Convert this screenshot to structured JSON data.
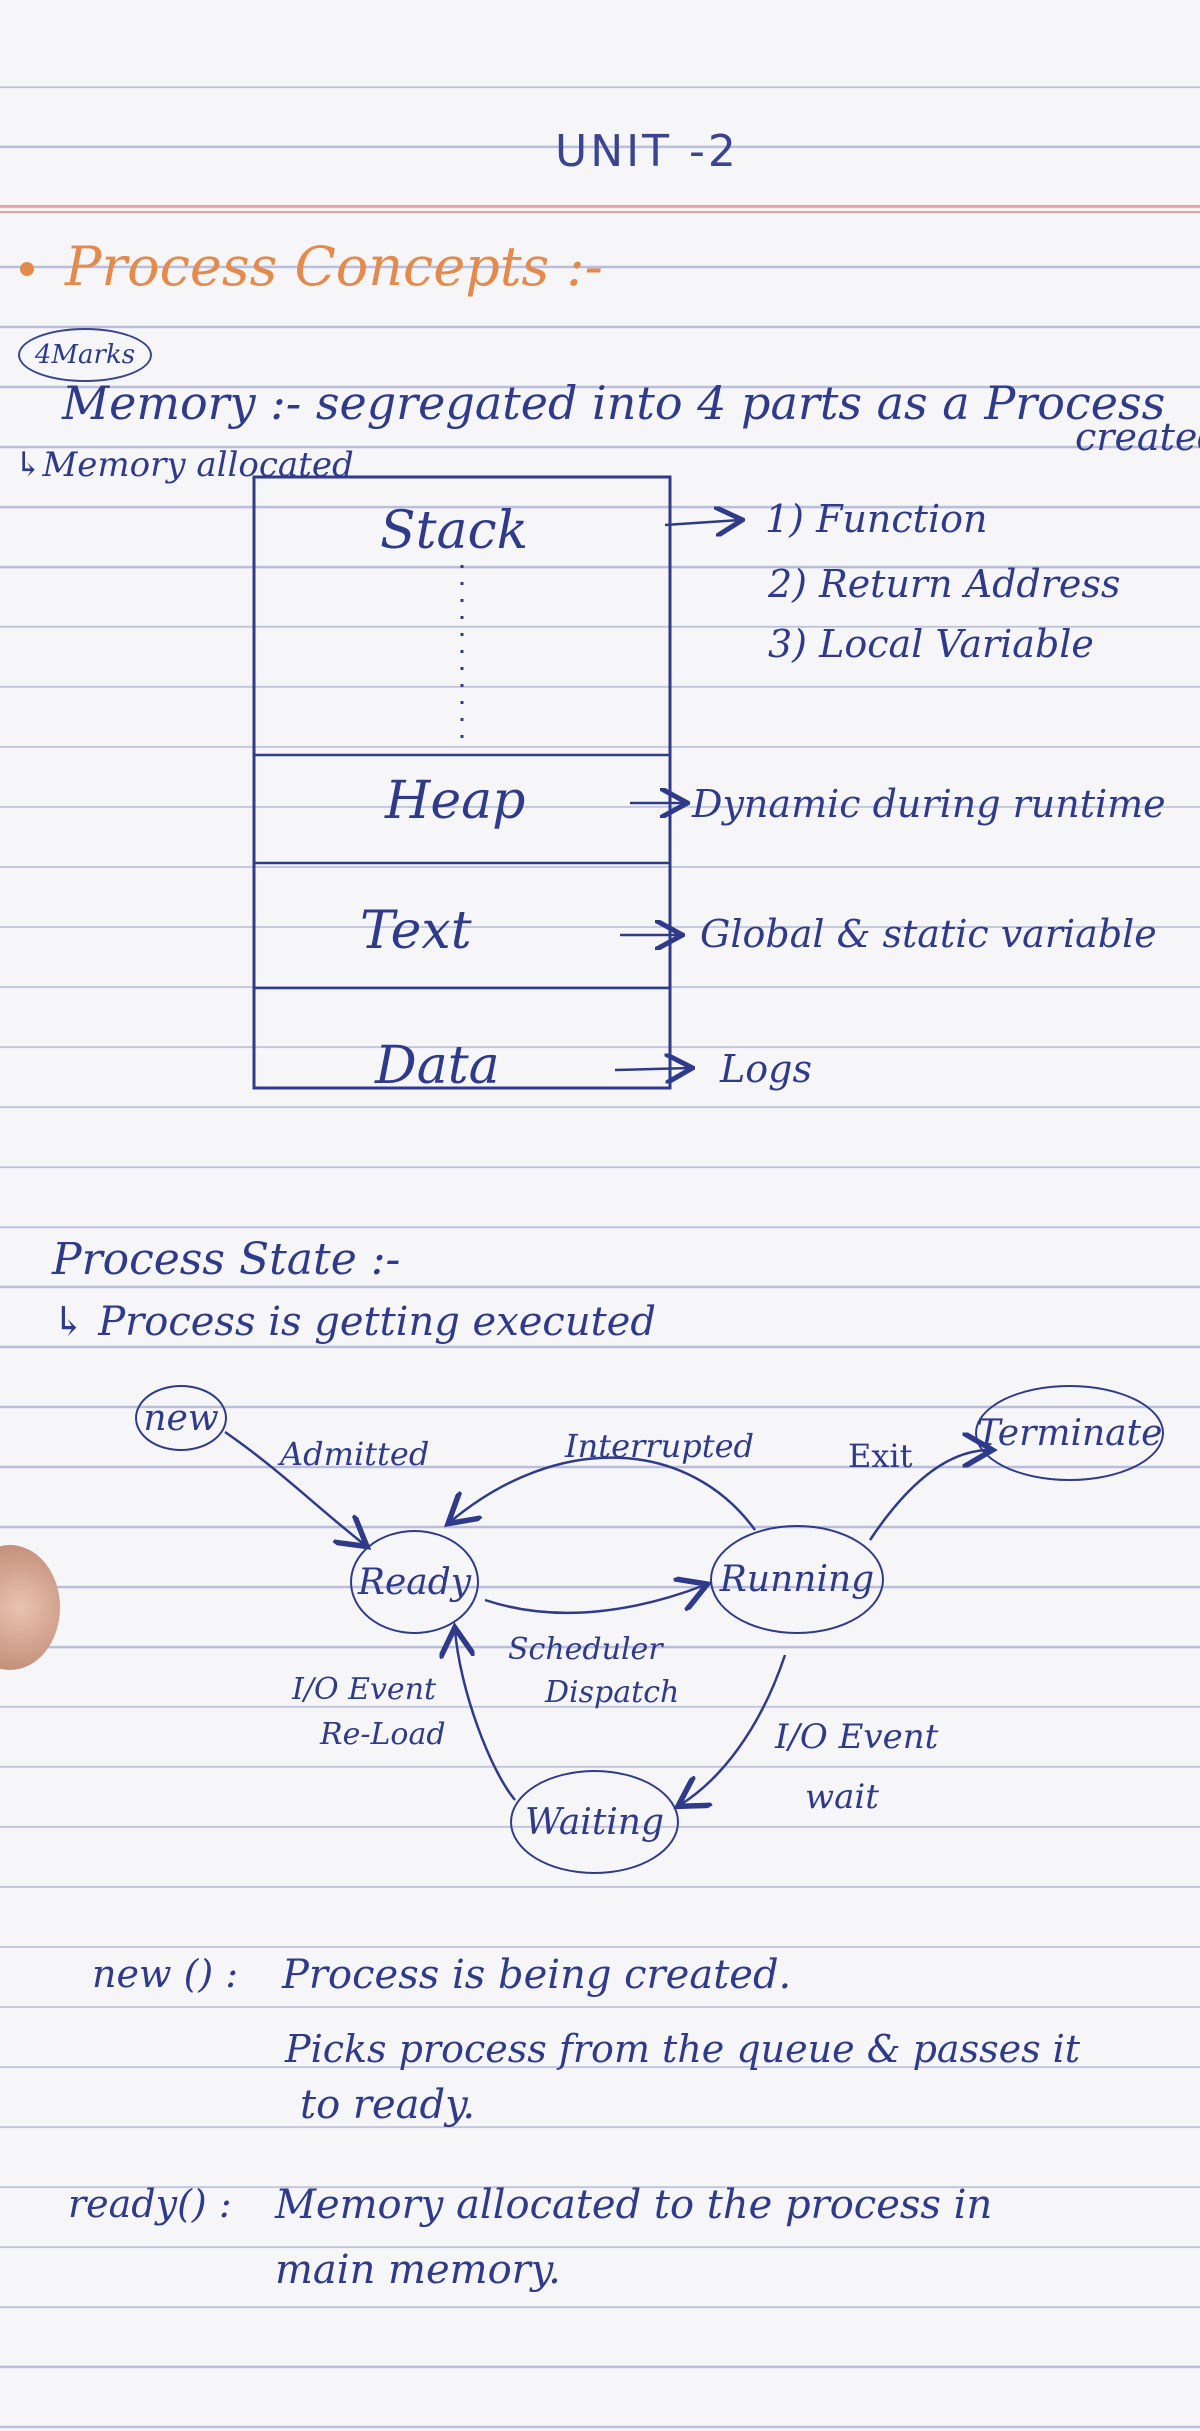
{
  "page": {
    "unit_title": "UNIT -2",
    "heading": "Process Concepts :-",
    "marks_badge": "4Marks",
    "memory_line": "Memory :- segregated into 4 parts as a Process",
    "memory_line_cont": "created",
    "memory_note": "↳Memory allocated"
  },
  "memory_layout": {
    "segments": [
      {
        "label": "Stack",
        "arrow": true
      },
      {
        "label": "Heap",
        "arrow": true
      },
      {
        "label": "Text",
        "arrow": true
      },
      {
        "label": "Data",
        "arrow": true
      }
    ],
    "stack_notes": [
      "1) Function",
      "2) Return Address",
      "3) Local Variable"
    ],
    "heap_note": "Dynamic during runtime",
    "text_note": "Global & static variable",
    "data_note": "Logs"
  },
  "process_state": {
    "heading": "Process State :-",
    "subheading": "↳ Process is getting executed",
    "states": {
      "new": "new",
      "ready": "Ready",
      "running": "Running",
      "waiting": "Waiting",
      "terminate": "Terminate"
    },
    "edges": {
      "admitted": "Admitted",
      "interrupted": "Interrupted",
      "exit": "Exit",
      "scheduler": "Scheduler",
      "dispatch": "Dispatch",
      "io_event_reload_1": "I/O Event",
      "io_event_reload_2": "Re-Load",
      "io_event_wait_1": "I/O Event",
      "io_event_wait_2": "wait"
    }
  },
  "definitions": {
    "new_term": "new () :",
    "new_line1": "Process is being created.",
    "new_line2": "Picks process from the queue & passes it",
    "new_line3": "to ready.",
    "ready_term": "ready() :",
    "ready_line1": "Memory allocated to the process in",
    "ready_line2": "main memory."
  },
  "colors": {
    "ink": "#2f3a8a",
    "heading_ink": "#e48a4c",
    "ruled_line": "#b9bedf",
    "margin_line": "#e7a3a1"
  }
}
